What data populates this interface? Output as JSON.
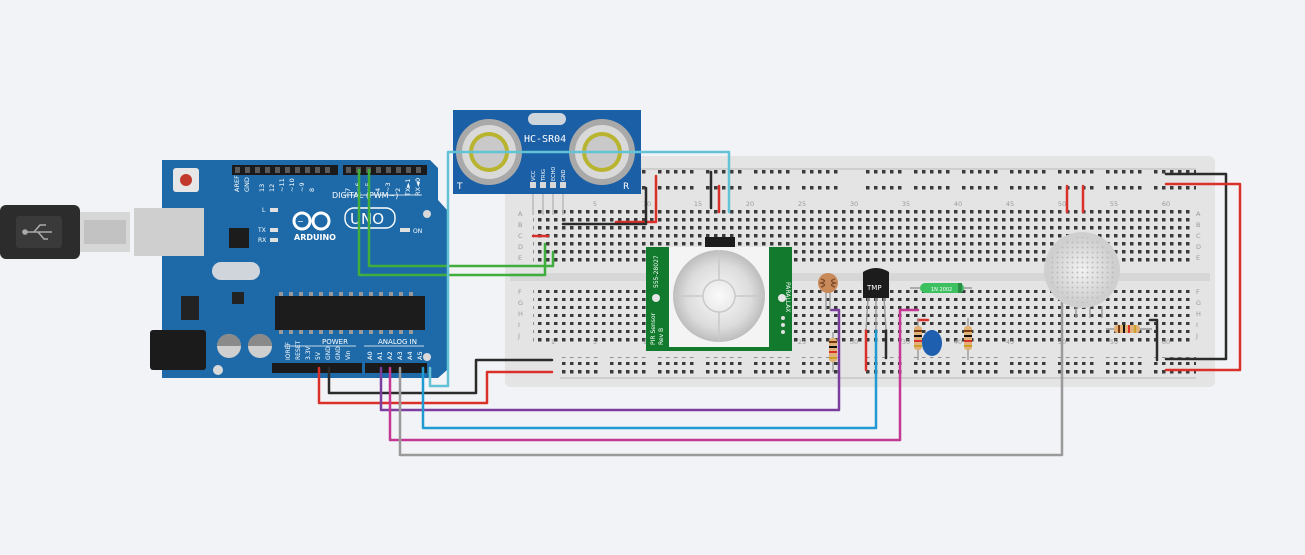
{
  "colors": {
    "background": "#f2f3f6",
    "board_blue": "#1e6aa8",
    "breadboard": "#e4e4e4",
    "rail_red": "#d9302a",
    "wire_black": "#2b2b2b",
    "wire_green": "#3fae3c",
    "wire_cyan": "#63c3d6",
    "wire_purple": "#7b3d9e",
    "wire_blue": "#1f9ad2",
    "wire_magenta": "#c43793",
    "wire_gray": "#9a9a9a",
    "pir_green": "#117a2c",
    "sonar_blue": "#1b5fa6"
  },
  "arduino": {
    "brand": "ARDUINO",
    "model": "UNO",
    "digital_label": "DIGITAL (PWM~)",
    "power_label": "POWER",
    "analog_label": "ANALOG IN",
    "on_label": "ON",
    "tx_label": "TX",
    "rx_label": "RX",
    "l_label": "L",
    "top_pins": [
      "AREF",
      "GND",
      "13",
      "12",
      "~11",
      "~10",
      "~9",
      "8",
      "7",
      "~6",
      "~5",
      "4",
      "~3",
      "2",
      "TX►1",
      "RX◄0"
    ],
    "power_pins": [
      "IOREF",
      "RESET",
      "3.3V",
      "5V",
      "GND",
      "GND",
      "Vin"
    ],
    "analog_pins": [
      "A0",
      "A1",
      "A2",
      "A3",
      "A4",
      "A5"
    ]
  },
  "ultrasonic": {
    "name": "HC-SR04",
    "pins": [
      "VCC",
      "TRIG",
      "ECHO",
      "GND"
    ],
    "t_label": "T",
    "r_label": "R"
  },
  "pir": {
    "model": "555-28027",
    "brand": "PARALLAX",
    "side_text": "PIR Sensor",
    "rev": "Rev B"
  },
  "tmp_label": "TMP",
  "diode_label": "1N 2002",
  "breadboard": {
    "col_numbers_top": [
      "5",
      "10",
      "15",
      "20",
      "25",
      "30",
      "35",
      "40",
      "45",
      "50",
      "55",
      "60"
    ],
    "col_numbers_bottom": [
      "1",
      "5",
      "10",
      "15",
      "20",
      "25",
      "30",
      "35",
      "40",
      "45",
      "50",
      "55",
      "60"
    ],
    "row_letters_top": [
      "A",
      "B",
      "C",
      "D",
      "E"
    ],
    "row_letters_bottom": [
      "F",
      "G",
      "H",
      "I",
      "J"
    ]
  }
}
